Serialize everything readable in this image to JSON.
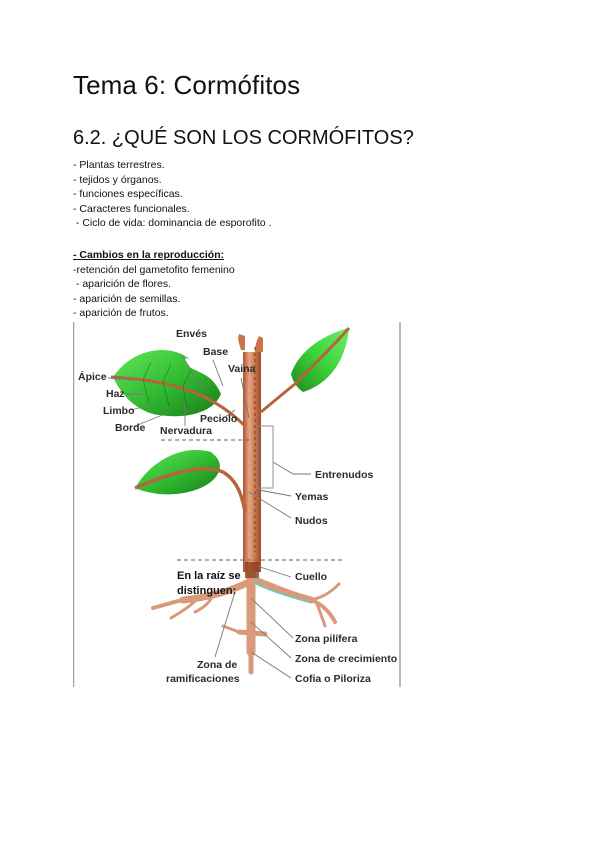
{
  "document": {
    "title": "Tema 6: Cormófitos",
    "section_title": "6.2. ¿QUÉ SON LOS CORMÓFITOS?",
    "characteristics": [
      "- Plantas terrestres.",
      "- tejidos y órganos.",
      "- funciones específicas.",
      "- Caracteres funcionales.",
      " - Ciclo de vida: dominancia de esporofito ."
    ],
    "reproduction": {
      "heading": "- Cambios en la reproducción:",
      "items": [
        "-retención del gametofito femenino",
        " - aparición de flores.",
        "- aparición de semillas.",
        "- aparición de frutos."
      ]
    }
  },
  "figure": {
    "labels": {
      "enves": "Envés",
      "base": "Base",
      "vaina": "Vaina",
      "apice": "Ápice",
      "haz": "Haz",
      "limbo": "Limbo",
      "borde": "Borde",
      "peciolo": "Peciolo",
      "nervadura": "Nervadura",
      "entrenudos": "Entrenudos",
      "yemas": "Yemas",
      "nudos": "Nudos",
      "raiz_line1": "En la raíz se",
      "raiz_line2": "distinguen:",
      "cuello": "Cuello",
      "zona_pilifera": "Zona pilífera",
      "zona_crecimiento": "Zona de crecimiento",
      "cofia": "Cofia o Piloriza",
      "zona_ramif_line1": "Zona de",
      "zona_ramif_line2": "ramificaciones"
    },
    "colors": {
      "leaf": "#3cc83a",
      "leaf_dark": "#1f8a1f",
      "stem": "#c9744a",
      "stem_light": "#e2a07e",
      "stem_dark": "#9a4a2a",
      "root": "#d99a7a",
      "cyan_line": "#4fd6d0",
      "frame": "#999999"
    }
  }
}
